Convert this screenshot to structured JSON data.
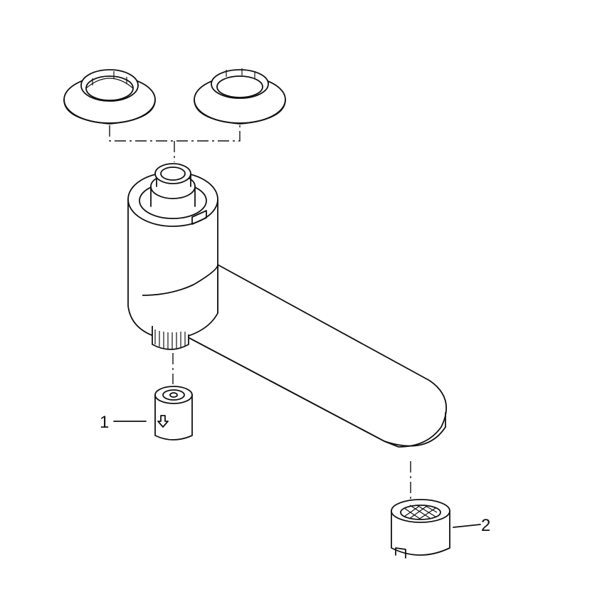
{
  "callouts": [
    {
      "id": "1",
      "text": "1"
    },
    {
      "id": "2",
      "text": "2"
    }
  ],
  "colors": {
    "line": "#111111",
    "background": "#ffffff"
  }
}
